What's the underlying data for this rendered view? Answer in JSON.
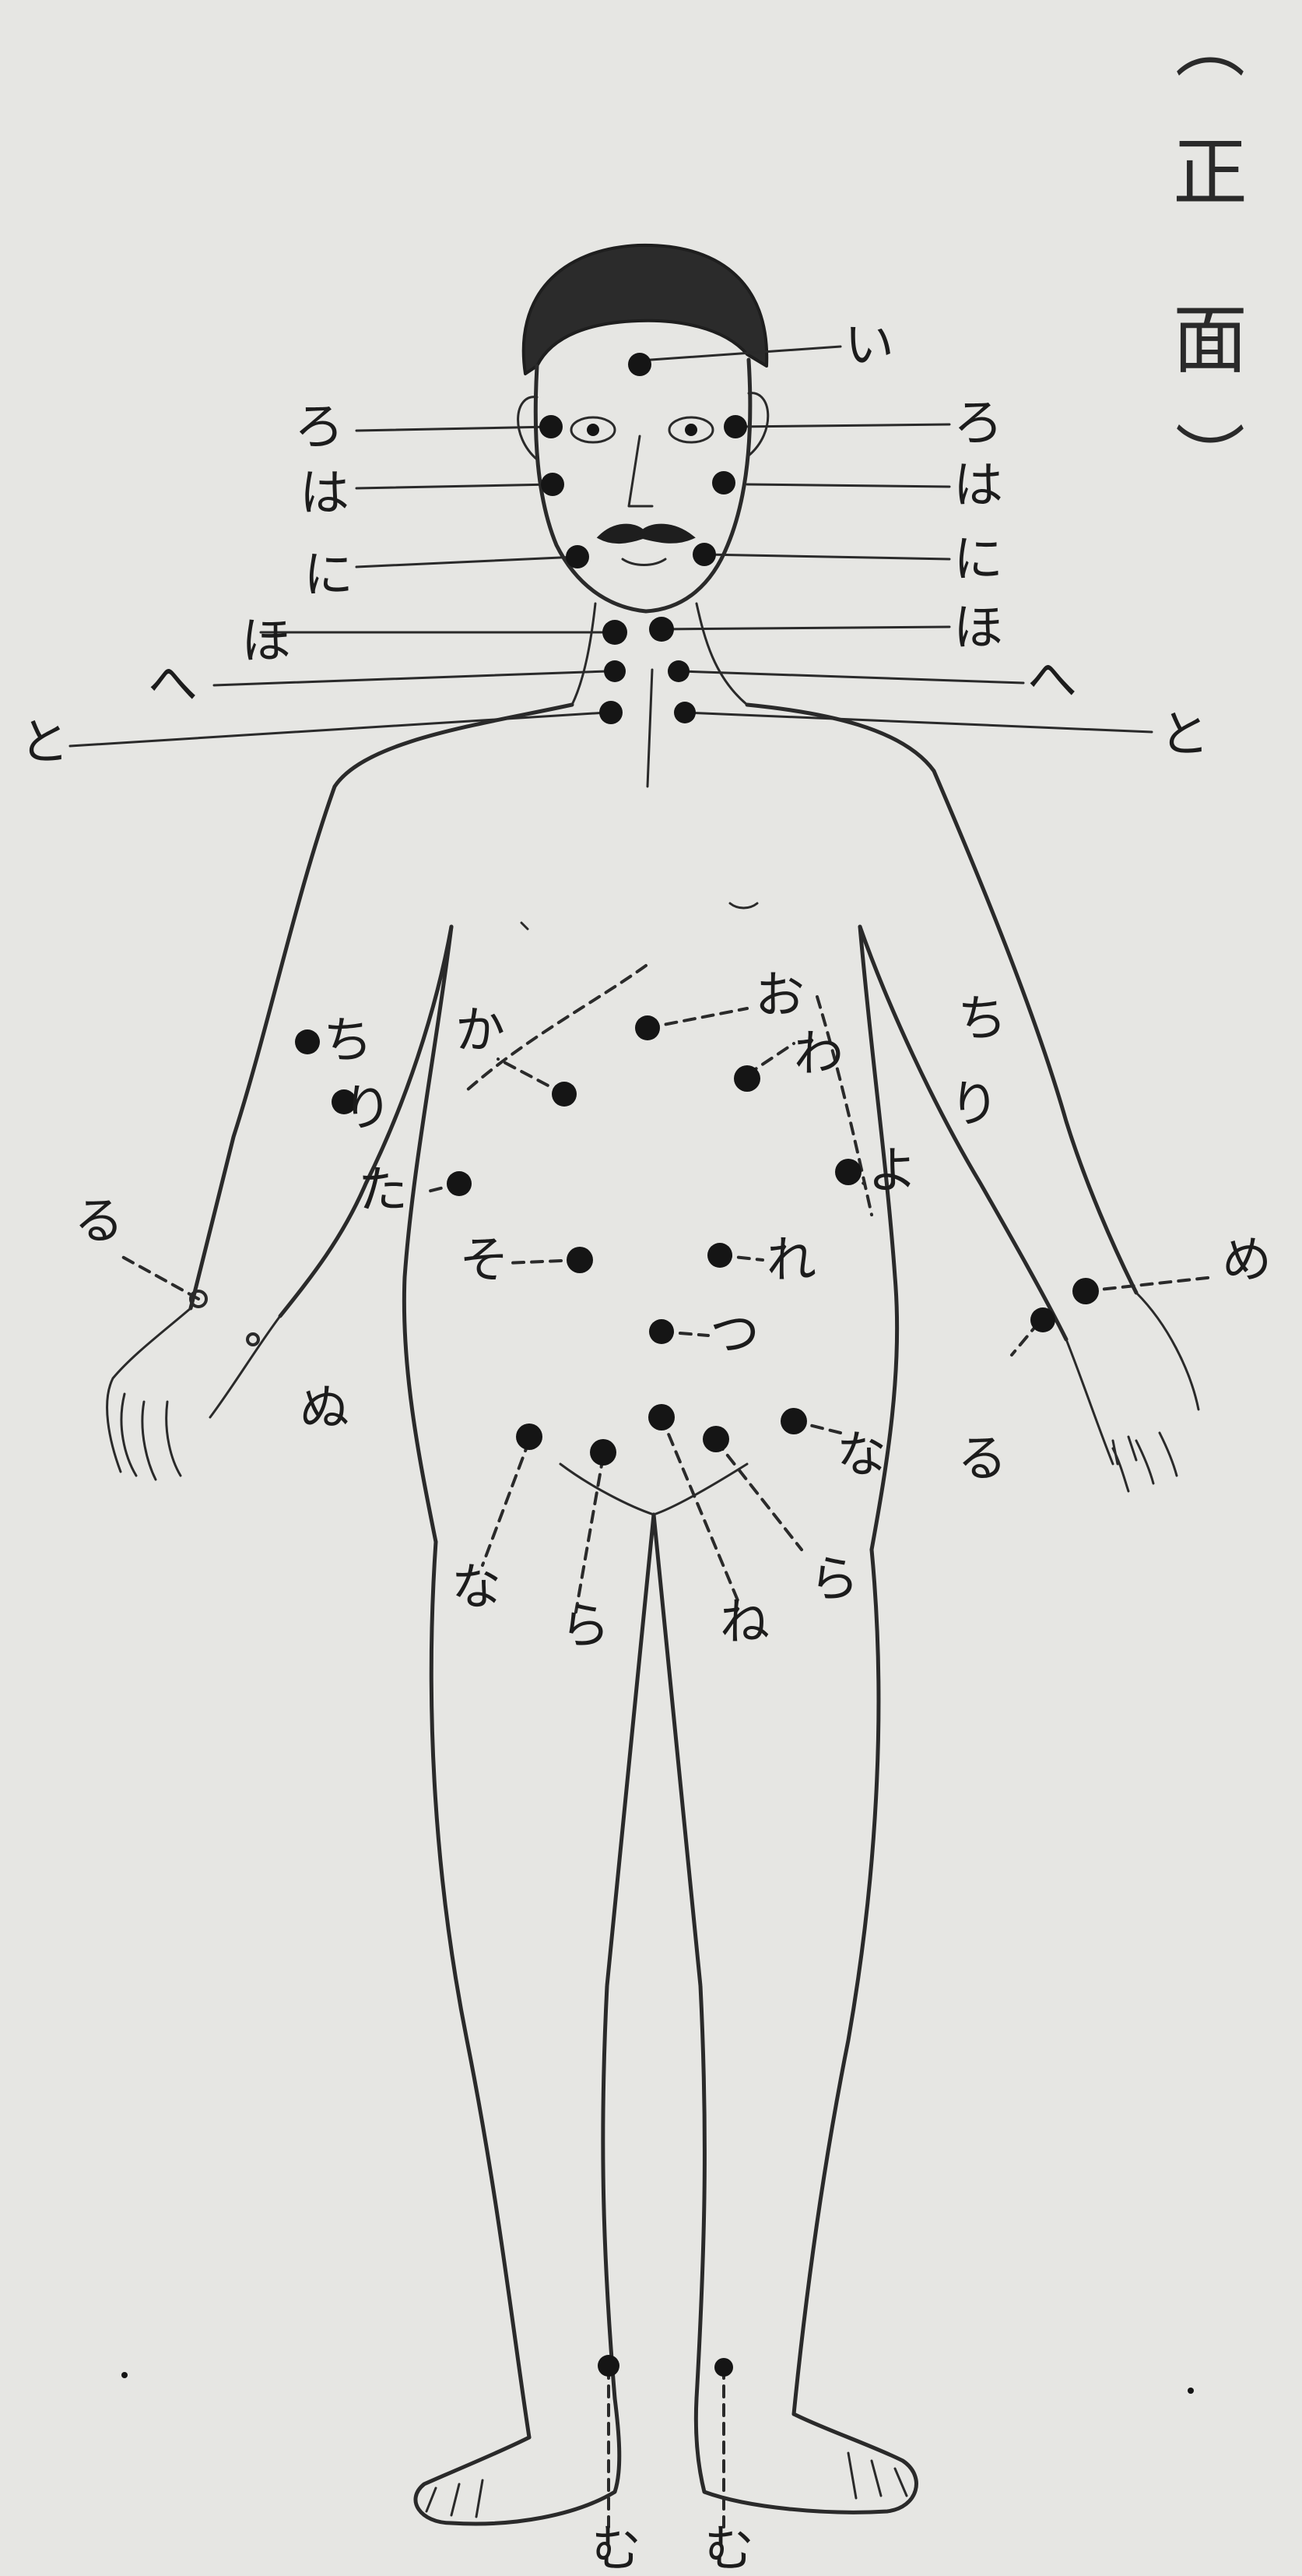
{
  "diagram": {
    "title_open": "︵",
    "title_chars": [
      "正",
      "面"
    ],
    "title_close": "︶",
    "labels": {
      "i": "い",
      "ro": "ろ",
      "ha": "は",
      "ni": "に",
      "ho": "ほ",
      "he": "へ",
      "to": "と",
      "o": "お",
      "wa": "わ",
      "ka": "か",
      "chi": "ち",
      "ri": "り",
      "yo": "よ",
      "ta": "た",
      "so": "そ",
      "re": "れ",
      "tsu": "つ",
      "ru": "る",
      "nu": "ぬ",
      "me": "め",
      "na": "な",
      "ra": "ら",
      "ne": "ね",
      "mu": "む"
    }
  },
  "colors": {
    "paper": "#e6e6e3",
    "ink": "#2a2a2a",
    "dot": "#151515"
  }
}
